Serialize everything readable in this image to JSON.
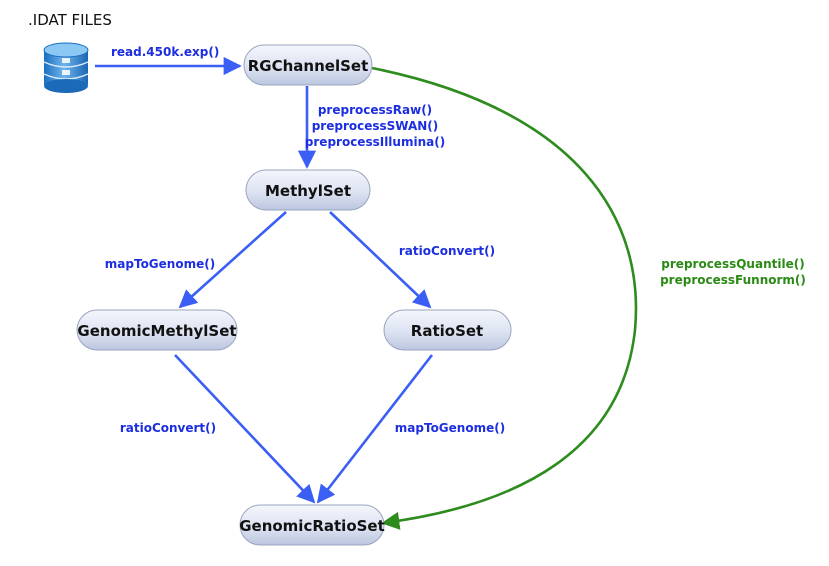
{
  "title": ".IDAT FILES",
  "colors": {
    "blue_edge": "#3b5ff5",
    "blue_text": "#1c2ee0",
    "green_edge": "#2e8b1e",
    "green_text": "#2a8a14"
  },
  "nodes": {
    "rgchannelset": "RGChannelSet",
    "methylset": "MethylSet",
    "genomicmethylset": "GenomicMethylSet",
    "ratioset": "RatioSet",
    "genomicratioset": "GenomicRatioSet"
  },
  "edges": {
    "read": "read.450k.exp()",
    "preprocess_1": "preprocessRaw()",
    "preprocess_2": "preprocessSWAN()",
    "preprocess_3": "preprocessIllumina()",
    "map_left": "mapToGenome()",
    "ratio_right": "ratioConvert()",
    "ratio_left": "ratioConvert()",
    "map_right": "mapToGenome()",
    "green_1": "preprocessQuantile()",
    "green_2": "preprocessFunnorm()"
  },
  "icons": {
    "source": "database-icon"
  }
}
